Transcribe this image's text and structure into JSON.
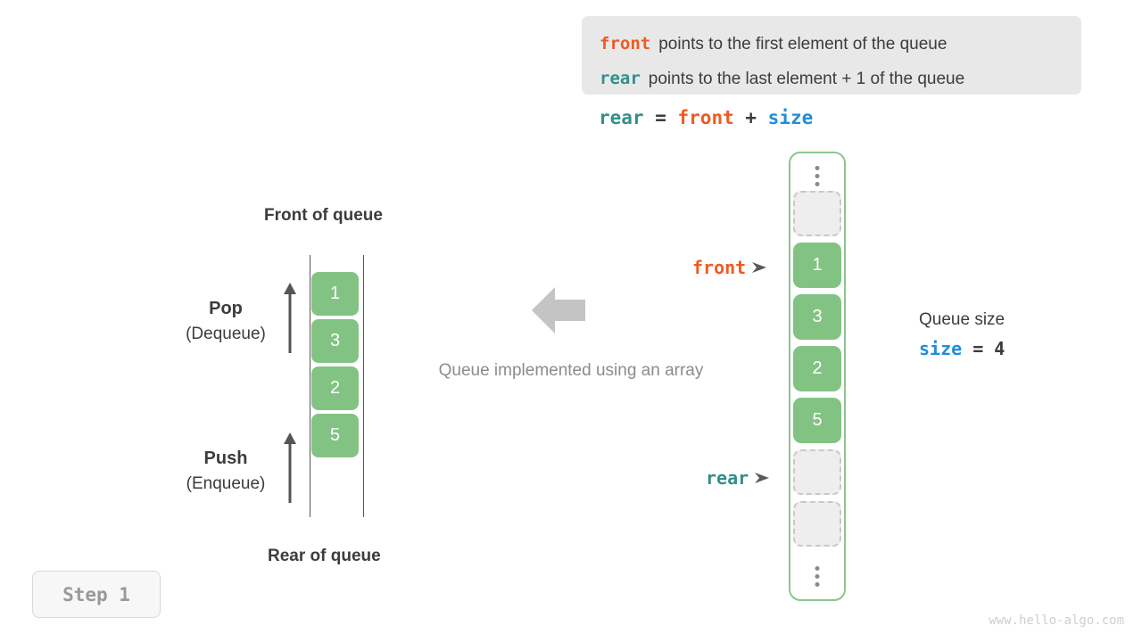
{
  "legend": {
    "lines": [
      {
        "term": "front",
        "term_color": "#ef5a21",
        "text": "points to the first element of the queue"
      },
      {
        "term": "rear",
        "term_color": "#31908a",
        "text": "points to the last element + 1 of the queue"
      }
    ]
  },
  "formula": {
    "lhs": "rear",
    "eq": " = ",
    "rhs1": "front",
    "plus": " + ",
    "rhs2": "size"
  },
  "left_queue": {
    "top_label": "Front of queue",
    "bottom_label": "Rear of queue",
    "cells": [
      "1",
      "3",
      "2",
      "5"
    ],
    "operations": [
      {
        "name": "Pop",
        "sub": "(Dequeue)",
        "arrow": "up-arrow-icon"
      },
      {
        "name": "Push",
        "sub": "(Enqueue)",
        "arrow": "up-arrow-icon"
      }
    ]
  },
  "center": {
    "arrow": "left-arrow-icon",
    "caption": "Queue implemented using an array"
  },
  "array": {
    "top_ellipsis": "vertical-ellipsis-icon",
    "bottom_ellipsis": "vertical-ellipsis-icon",
    "slots": [
      {
        "value": "",
        "state": "empty"
      },
      {
        "value": "1",
        "state": "filled"
      },
      {
        "value": "3",
        "state": "filled"
      },
      {
        "value": "2",
        "state": "filled"
      },
      {
        "value": "5",
        "state": "filled"
      },
      {
        "value": "",
        "state": "empty"
      },
      {
        "value": "",
        "state": "empty"
      }
    ],
    "pointers": [
      {
        "name": "front",
        "color": "#ef5a21",
        "target_index": 1
      },
      {
        "name": "rear",
        "color": "#31908a",
        "target_index": 5
      }
    ]
  },
  "size_note": {
    "title": "Queue size",
    "expr": "size = 4",
    "var": "size",
    "rest": " = 4",
    "value": 4
  },
  "step_badge": {
    "label": "Step 1"
  },
  "watermark": {
    "text": "www.hello-algo.com"
  },
  "colors": {
    "green_fill": "#82c384",
    "green_border": "#8cc68e",
    "orange": "#ef5a21",
    "teal": "#31908a",
    "blue": "#1f8fd8",
    "gray_panel": "#e8e8e8",
    "muted_text": "#8c8c8c",
    "empty_fill": "#eeeeee",
    "empty_border": "#c9c9c9"
  }
}
